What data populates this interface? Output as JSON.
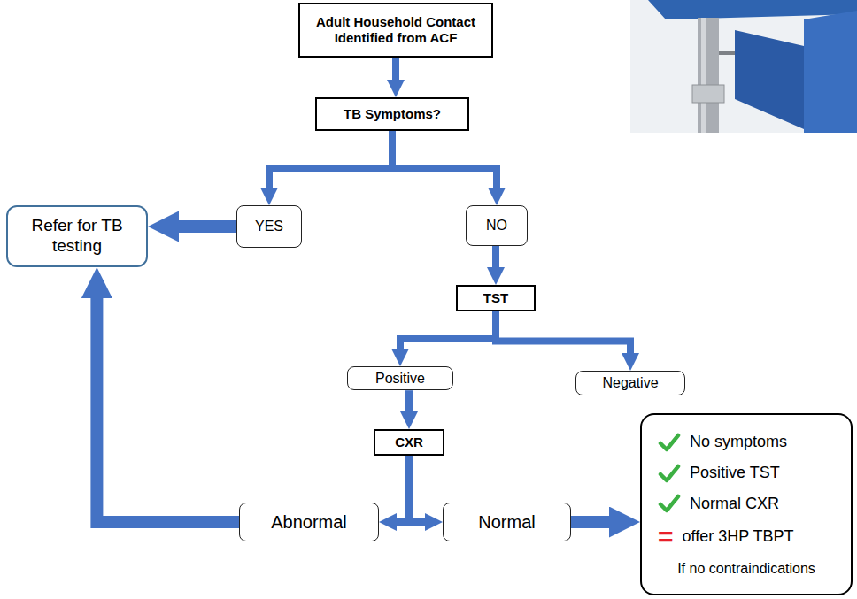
{
  "diagram": {
    "nodes": [
      {
        "text": [
          "Adult Household Contact Identified from ACF"
        ]
      },
      {
        "text": [
          "TB Symptoms?"
        ]
      },
      {
        "text": [
          "Refer for TB testing"
        ]
      },
      {
        "text": [
          "YES"
        ]
      },
      {
        "text": [
          "NO"
        ]
      },
      {
        "text": [
          "TST"
        ]
      },
      {
        "text": [
          "Positive"
        ]
      },
      {
        "text": [
          "Negative"
        ]
      },
      {
        "text": [
          "CXR"
        ]
      },
      {
        "text": [
          "Abnormal"
        ]
      },
      {
        "text": [
          "Normal"
        ]
      },
      {
        "text": [
          "No symptoms",
          "Positive TST",
          "Normal CXR",
          "=",
          "offer 3HP TBPT",
          "If no contraindications"
        ]
      }
    ],
    "edges": [
      {
        "from": 0,
        "to": 1,
        "arrow": "to"
      },
      {
        "from": 1,
        "to": 3,
        "arrow": "to"
      },
      {
        "from": 1,
        "to": 4,
        "arrow": "to"
      },
      {
        "from": 3,
        "to": 2,
        "arrow": "to"
      },
      {
        "from": 4,
        "to": 5,
        "arrow": "to"
      },
      {
        "from": 5,
        "to": 6,
        "arrow": "to"
      },
      {
        "from": 5,
        "to": 7,
        "arrow": "to"
      },
      {
        "from": 6,
        "to": 8,
        "arrow": "to"
      },
      {
        "from": 8,
        "to": 9,
        "arrow": "to"
      },
      {
        "from": 8,
        "to": 10,
        "arrow": "to"
      },
      {
        "from": 9,
        "to": 2,
        "arrow": "to"
      },
      {
        "from": 10,
        "to": 11,
        "arrow": "to"
      }
    ]
  }
}
